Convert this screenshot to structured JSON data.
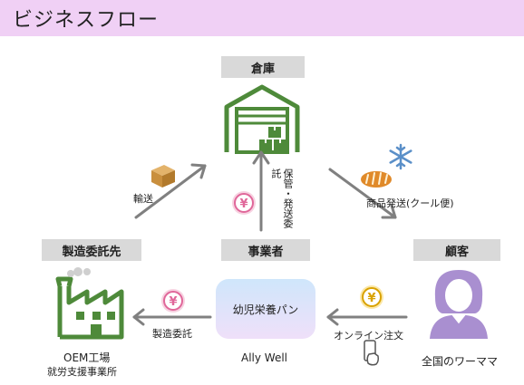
{
  "header": {
    "title": "ビジネスフロー"
  },
  "nodes": {
    "warehouse": "倉庫",
    "manufacturer": "製造委託先",
    "business": "事業者",
    "customer": "顧客"
  },
  "center": {
    "product": "幼児栄養パン",
    "company": "Ally Well"
  },
  "edges": {
    "transport": "輸送",
    "storage": "保管・発送委託",
    "shipping": "商品発送(クール便)",
    "manufacture": "製造委託",
    "order": "オンライン注文"
  },
  "captions": {
    "factory_line1": "OEM工場",
    "factory_line2": "就労支援事業所",
    "customer": "全国のワーママ"
  },
  "icons": {
    "yen": "¥",
    "names": [
      "warehouse-icon",
      "factory-icon",
      "person-icon",
      "box-icon",
      "bread-icon",
      "snowflake-icon",
      "yen-coin-icon",
      "smartphone-icon"
    ]
  },
  "colors": {
    "header_bg": "#f0d0f5",
    "label_bg": "#d9d9d9",
    "icon_green": "#4e8a3a",
    "arrow_gray": "#808080",
    "yen_pink": "#e0679a",
    "yen_gold": "#d9a200",
    "person_purple": "#a98fd0"
  }
}
